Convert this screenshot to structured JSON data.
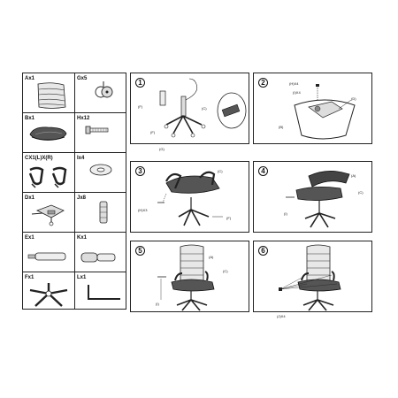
{
  "parts": [
    {
      "id": "a",
      "label": "Ax1",
      "icon": "backrest-icon"
    },
    {
      "id": "g",
      "label": "Gx5",
      "icon": "caster-icon"
    },
    {
      "id": "b",
      "label": "Bx1",
      "icon": "seat-icon"
    },
    {
      "id": "h",
      "label": "Hx12",
      "icon": "bolt-icon"
    },
    {
      "id": "c",
      "label": "CX1(L)X(R)",
      "icon": "armrest-pair-icon"
    },
    {
      "id": "i",
      "label": "Ix4",
      "icon": "washer-icon"
    },
    {
      "id": "d",
      "label": "Dx1",
      "icon": "mechanism-icon"
    },
    {
      "id": "j",
      "label": "Jx8",
      "icon": "spacer-icon"
    },
    {
      "id": "e",
      "label": "Ex1",
      "icon": "gas-cylinder-icon"
    },
    {
      "id": "k",
      "label": "Kx1",
      "icon": "cylinder-cover-icon"
    },
    {
      "id": "f",
      "label": "Fx1",
      "icon": "star-base-icon"
    },
    {
      "id": "l",
      "label": "Lx1",
      "icon": "hex-key-icon"
    }
  ],
  "steps": [
    {
      "number": "1",
      "callouts": [
        "(F)",
        "(C)",
        "(F)",
        "(G)"
      ]
    },
    {
      "number": "2",
      "callouts": [
        "(H)X4",
        "(I)X4",
        "(D)",
        "(B)"
      ]
    },
    {
      "number": "3",
      "callouts": [
        "(C)",
        "(H)X3",
        "(F)"
      ]
    },
    {
      "number": "4",
      "callouts": [
        "(A)",
        "(C)",
        "(I)"
      ]
    },
    {
      "number": "5",
      "callouts": [
        "(A)",
        "(C)",
        "(I)"
      ]
    },
    {
      "number": "6",
      "callouts": [
        "(J)X4"
      ]
    }
  ],
  "colors": {
    "line": "#222222",
    "background": "#ffffff"
  }
}
